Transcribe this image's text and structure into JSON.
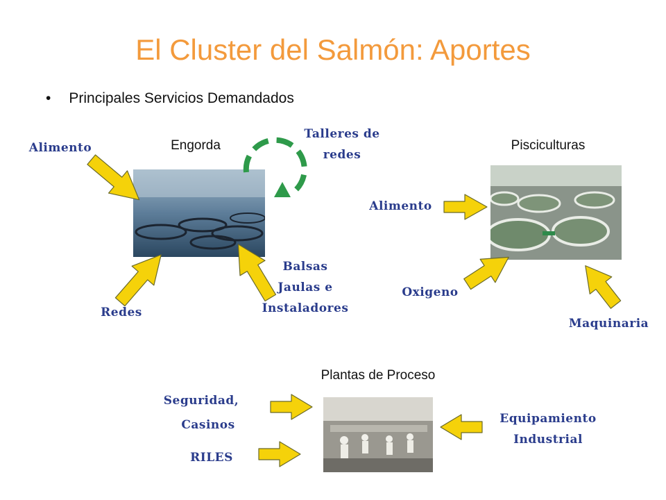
{
  "slide": {
    "title": "El Cluster del Salmón: Aportes",
    "bullet": "Principales Servicios Demandados"
  },
  "engorda": {
    "heading": "Engorda",
    "alimento": "Alimento",
    "talleres_line1": "Talleres de",
    "talleres_line2": "redes",
    "redes": "Redes",
    "balsas_line1": "Balsas",
    "balsas_line2": "Jaulas e",
    "balsas_line3": "Instaladores"
  },
  "pisciculturas": {
    "heading": "Pisciculturas",
    "alimento": "Alimento",
    "oxigeno": "Oxigeno",
    "maquinaria": "Maquinaria"
  },
  "plantas": {
    "heading": "Plantas de Proceso",
    "seguridad": "Seguridad,",
    "casinos": "Casinos",
    "riles": "RILES",
    "equip_line1": "Equipamiento",
    "equip_line2": "Industrial"
  },
  "colors": {
    "title": "#f39a3c",
    "label_blue": "#2a3c8c",
    "arrow_fill": "#f5d20a",
    "arrow_stroke": "#6a6a2a",
    "cycle_green": "#2e9a4a"
  }
}
